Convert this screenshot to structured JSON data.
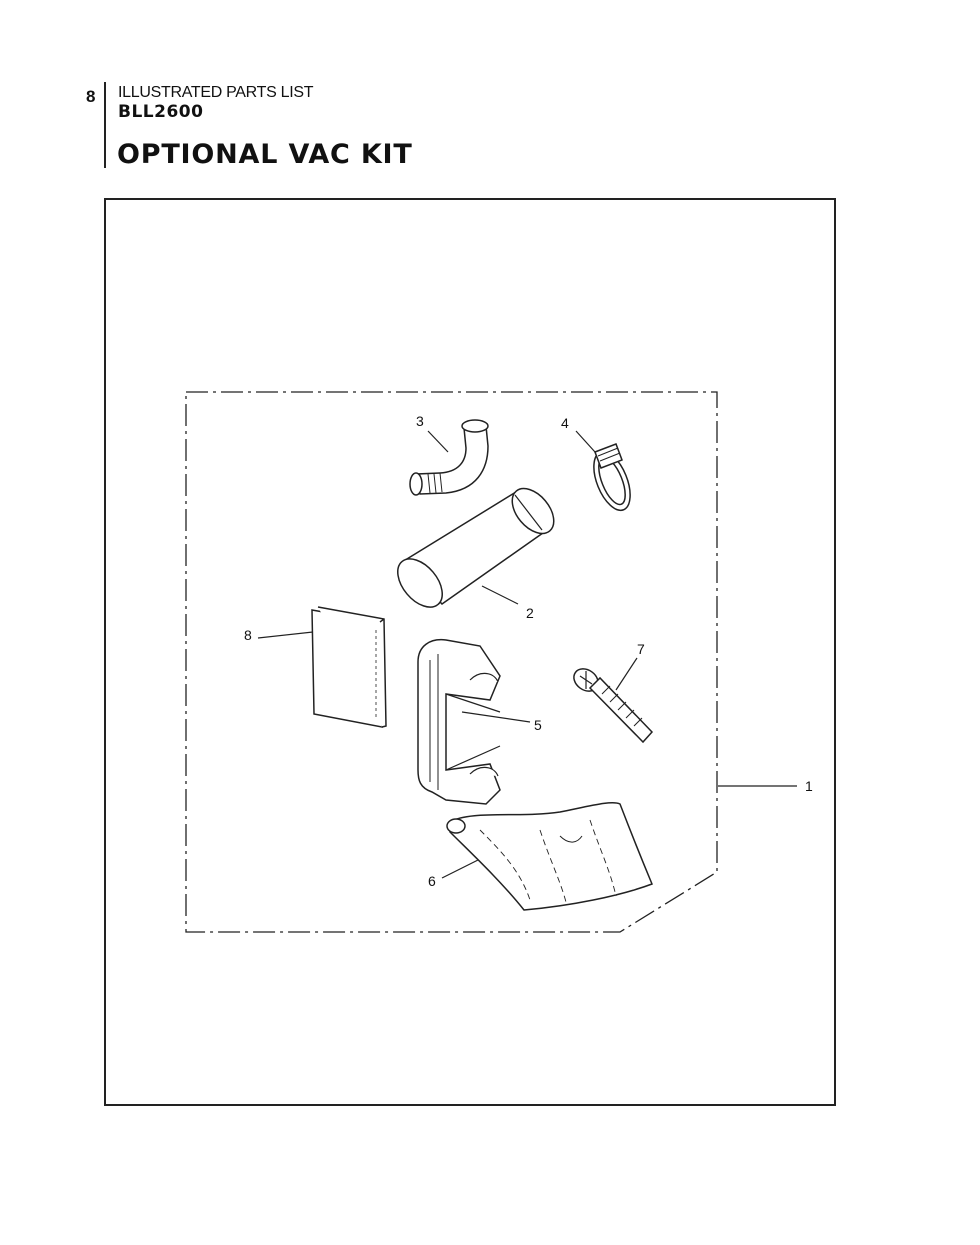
{
  "header": {
    "page_number": "8",
    "section_label": "ILLUSTRATED PARTS LIST",
    "model_code": "BLL2600",
    "title": "OPTIONAL VAC KIT"
  },
  "diagram": {
    "callouts": {
      "kit": "1",
      "tube": "2",
      "elbow": "3",
      "clamp": "4",
      "bracket": "5",
      "bag": "6",
      "screw": "7",
      "manual": "8"
    }
  }
}
